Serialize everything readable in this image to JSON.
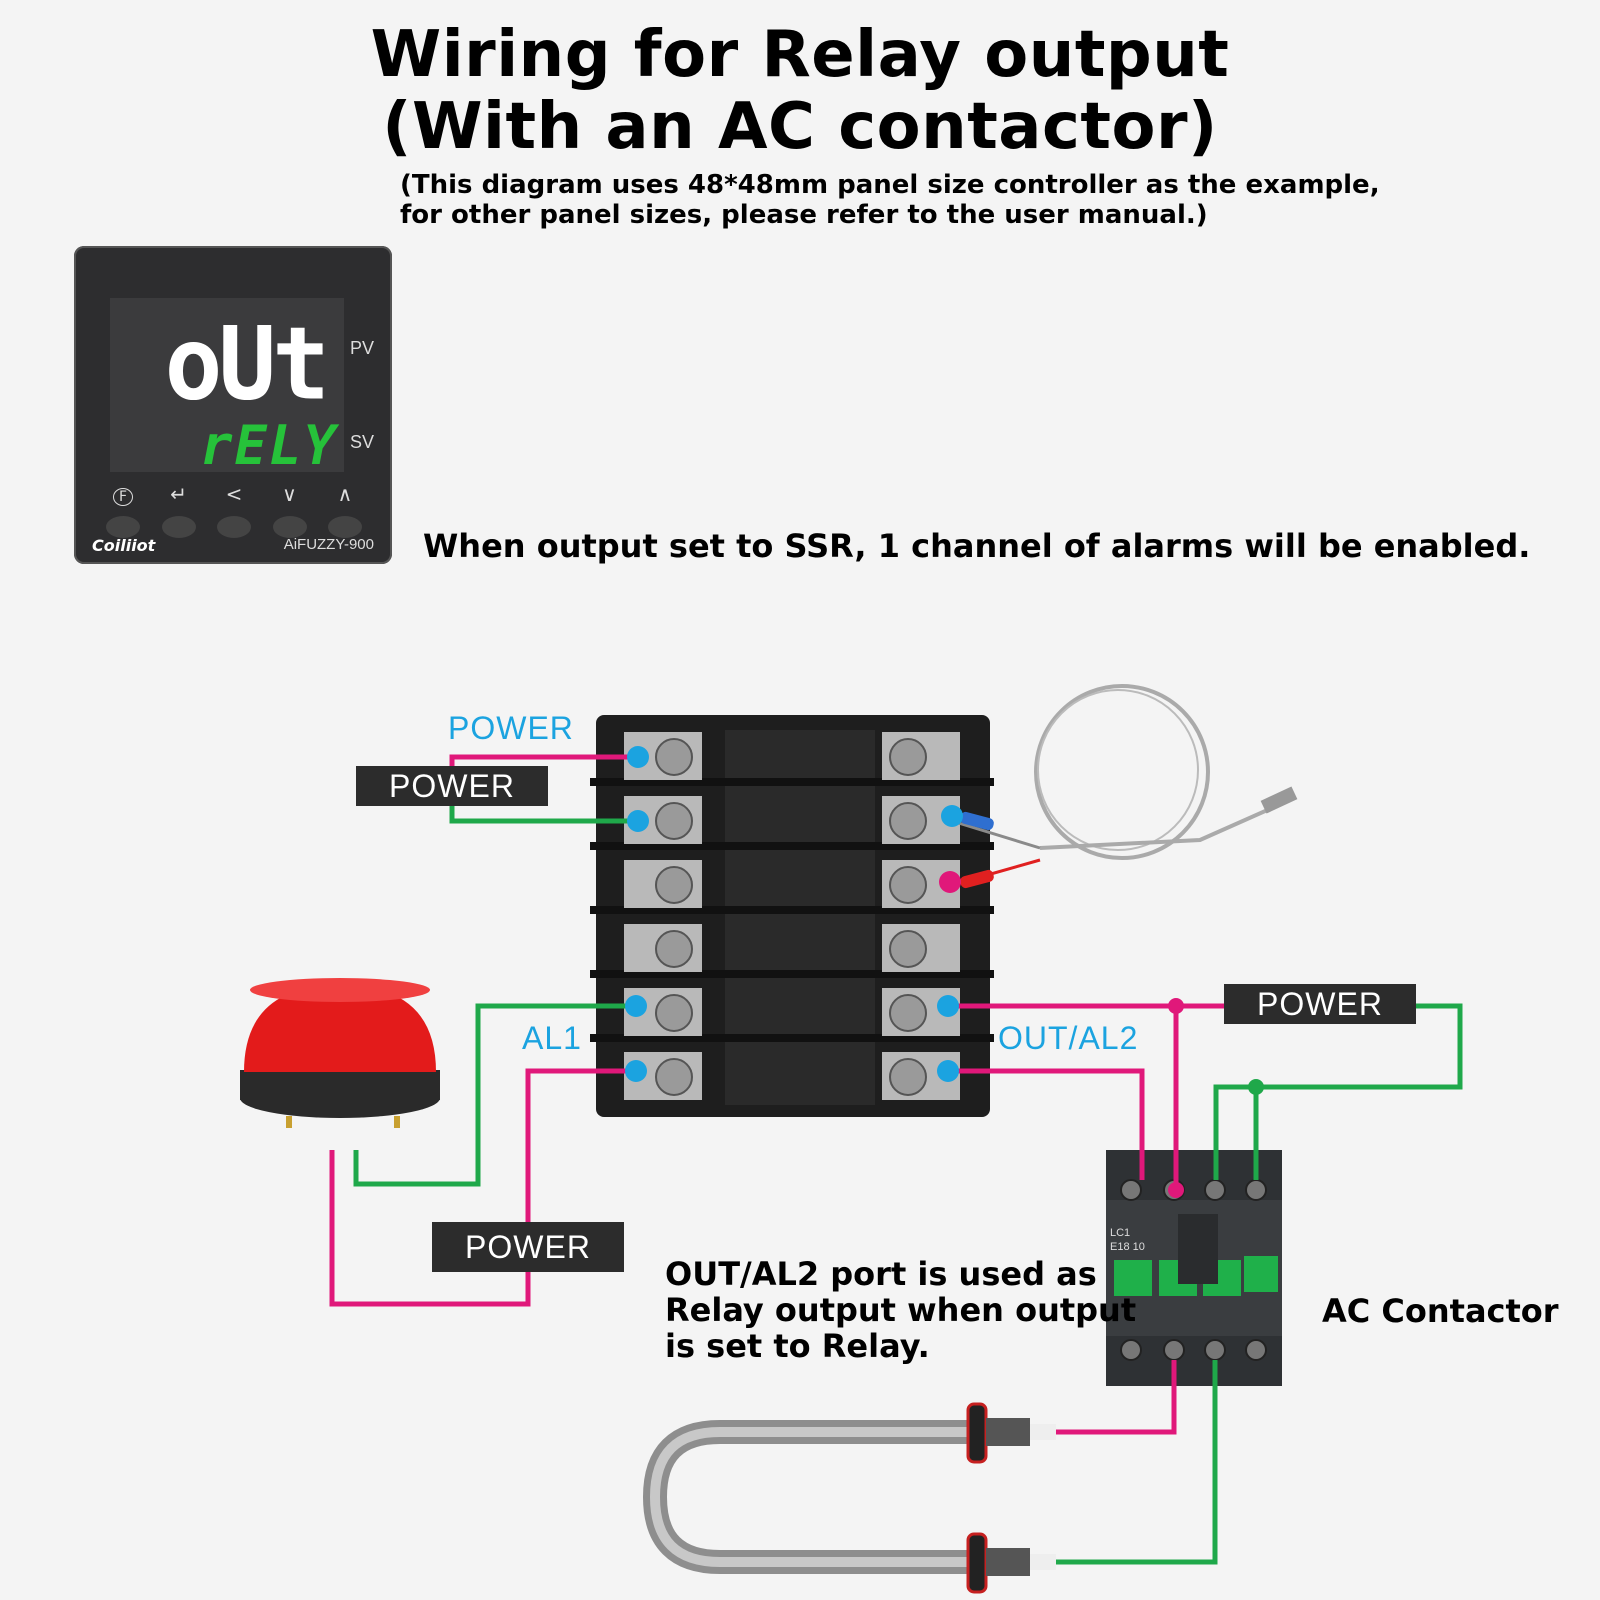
{
  "title": {
    "line1": "Wiring for Relay output",
    "line2": "(With an AC contactor)"
  },
  "subnote": {
    "line1": "(This diagram uses 48*48mm panel size controller as the example,",
    "line2": "for other panel sizes, please refer to the user manual.)"
  },
  "controller": {
    "pv_display": "oUt",
    "sv_display": "rELY",
    "pv_label": "PV",
    "sv_label": "SV",
    "buttons": [
      "F",
      "↵",
      "<",
      "∨",
      "∧"
    ],
    "brand": "Coiliiot",
    "model": "AiFUZZY-900"
  },
  "ssr_note": "When output set to SSR, 1 channel of alarms will be enabled.",
  "labels": {
    "power_blue": "POWER",
    "power_box_top": "POWER",
    "al1": "AL1",
    "out_al2": "OUT/AL2",
    "power_box_right": "POWER",
    "power_box_bottom": "POWER",
    "ac_contactor": "AC Contactor"
  },
  "relay_note": {
    "line1": "OUT/AL2 port is used as",
    "line2": "Relay output when output",
    "line3": "is set to Relay."
  },
  "contactor": {
    "model_line1": "LC1",
    "model_line2": "E18 10"
  },
  "colors": {
    "wire_pink": "#e0187a",
    "wire_green": "#1fa84a",
    "terminal_dot": "#1ba3e0",
    "label_blue": "#1ba3e0",
    "power_box": "#2c2c2c"
  }
}
